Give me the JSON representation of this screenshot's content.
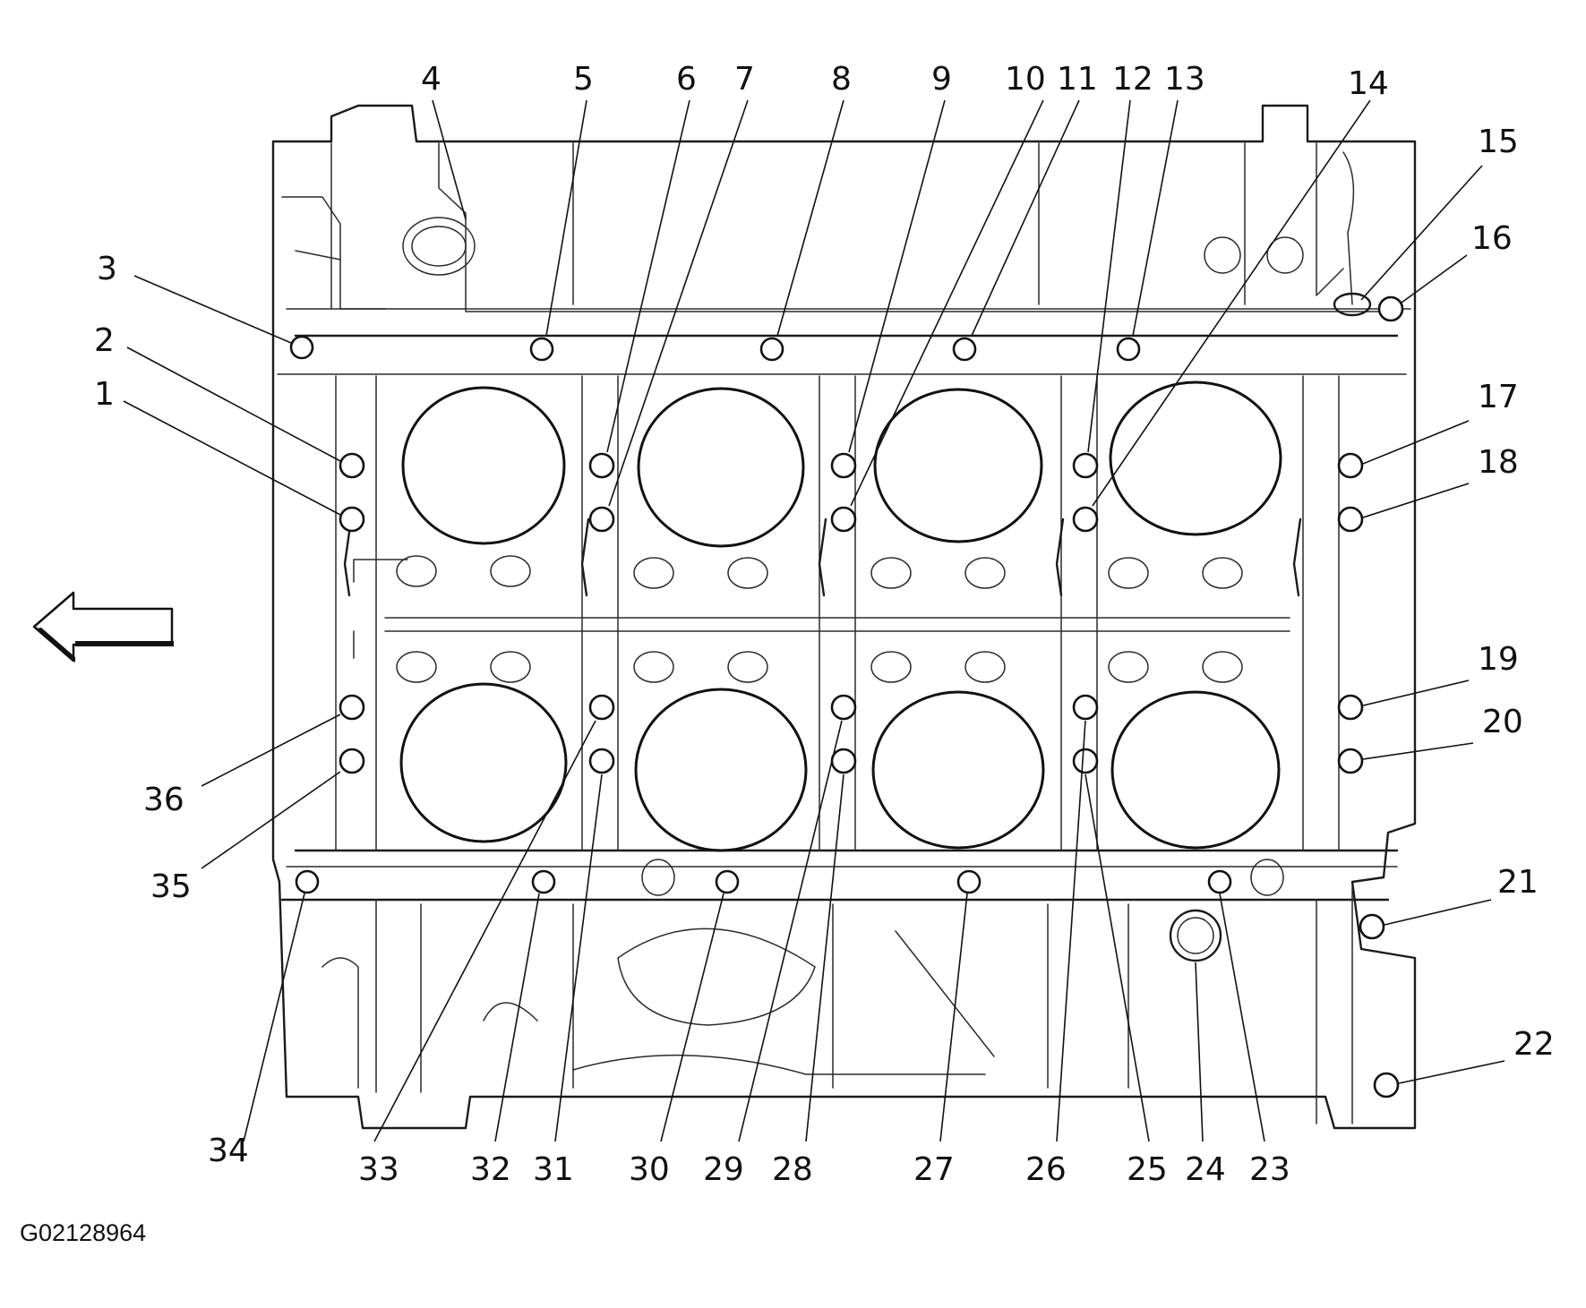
{
  "figure_id": "G02128964",
  "callouts": [
    "1",
    "2",
    "3",
    "4",
    "5",
    "6",
    "7",
    "8",
    "9",
    "10",
    "11",
    "12",
    "13",
    "14",
    "15",
    "16",
    "17",
    "18",
    "19",
    "20",
    "21",
    "22",
    "23",
    "24",
    "25",
    "26",
    "27",
    "28",
    "29",
    "30",
    "31",
    "32",
    "33",
    "34",
    "35",
    "36"
  ],
  "icons": {
    "direction_arrow": "arrow-left-icon"
  },
  "colors": {
    "ink": "#111111",
    "background": "#ffffff"
  }
}
